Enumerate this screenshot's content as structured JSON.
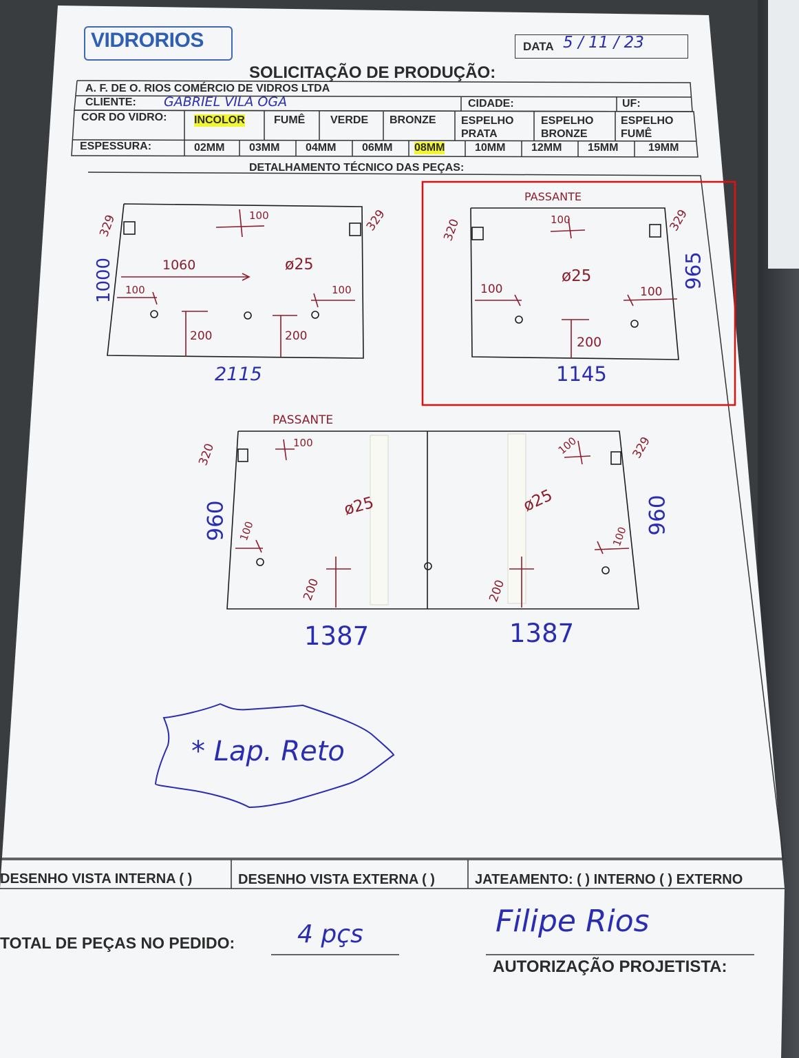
{
  "header": {
    "logo": "VIDRORIOS",
    "date_label": "DATA",
    "date_value": "5 / 11 / 23",
    "title": "SOLICITAÇÃO DE PRODUÇÃO:"
  },
  "company": "A. F. DE O. RIOS COMÉRCIO DE VIDROS LTDA",
  "client": {
    "label": "CLIENTE:",
    "value": "GABRIEL VILA OGA",
    "city_label": "CIDADE:",
    "uf_label": "UF:"
  },
  "glass_color": {
    "label": "COR DO VIDRO:",
    "options": [
      "INCOLOR",
      "FUMÊ",
      "VERDE",
      "BRONZE",
      "ESPELHO PRATA",
      "ESPELHO BRONZE",
      "ESPELHO FUMÊ"
    ],
    "selected": "INCOLOR"
  },
  "thickness": {
    "label": "ESPESSURA:",
    "options": [
      "02MM",
      "03MM",
      "04MM",
      "06MM",
      "08MM",
      "10MM",
      "12MM",
      "15MM",
      "19MM"
    ],
    "selected": "08MM"
  },
  "tech_title": "DETALHAMENTO TÉCNICO DAS PEÇAS:",
  "piece1": {
    "h": "1000",
    "corner_l": "329",
    "corner_r": "329",
    "top": "100",
    "inner": "1060",
    "dia": "ø25",
    "left": "100",
    "right": "100",
    "b1": "200",
    "b2": "200",
    "width": "2115"
  },
  "piece2": {
    "note": "PASSANTE",
    "h": "965",
    "corner_l": "320",
    "corner_r": "329",
    "top": "100",
    "dia": "ø25",
    "left": "100",
    "right": "100",
    "bottom": "200",
    "width": "1145"
  },
  "piece3": {
    "note": "PASSANTE",
    "corner_l": "320",
    "corner_r": "329",
    "top_l": "100",
    "top_r": "100",
    "h_l": "960",
    "h_r": "960",
    "dia_l": "ø25",
    "dia_r": "ø25",
    "side_l": "100",
    "side_r": "100",
    "b_l": "200",
    "b_r": "200",
    "w_l": "1387",
    "w_r": "1387"
  },
  "note_cloud": "* Lap. Reto",
  "footer": {
    "vista_interna": "DESENHO VISTA INTERNA ( )",
    "vista_externa": "DESENHO VISTA EXTERNA ( )",
    "jateamento": "JATEAMENTO: ( ) INTERNO ( ) EXTERNO",
    "total_label": "TOTAL DE PEÇAS NO PEDIDO:",
    "total_value": "4 pçs",
    "signature": "Filipe Rios",
    "authorization": "AUTORIZAÇÃO PROJETISTA:"
  },
  "colors": {
    "ink_blue": "#2a2db0",
    "ink_red": "#8b1d2c",
    "highlight": "#f2f531",
    "logo_blue": "#2f5fb3",
    "annotation_box": "#e01010"
  }
}
